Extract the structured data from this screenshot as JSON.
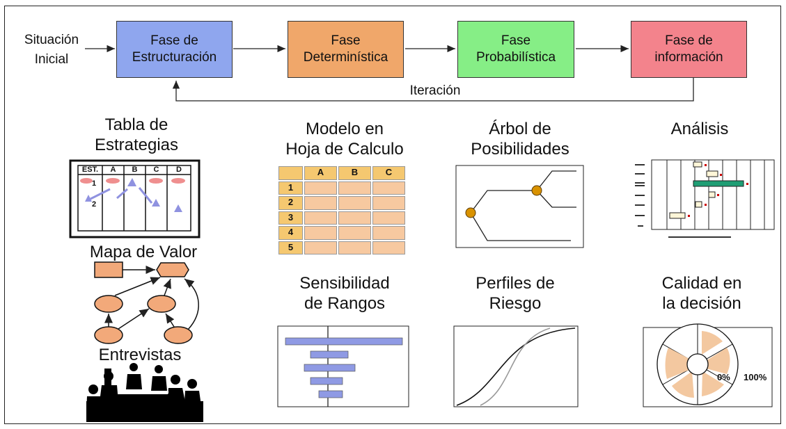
{
  "start": {
    "line1": "Situación",
    "line2": "Inicial"
  },
  "phases": [
    {
      "line1": "Fase de",
      "line2": "Estructuración",
      "color": "#8fa6ee"
    },
    {
      "line1": "Fase",
      "line2": "Determinística",
      "color": "#f0a76a"
    },
    {
      "line1": "Fase",
      "line2": "Probabilística",
      "color": "#86ee86"
    },
    {
      "line1": "Fase de",
      "line2": "información",
      "color": "#f3838c"
    }
  ],
  "iteration": "Iteración",
  "tools": {
    "tabla": {
      "line1": "Tabla de",
      "line2": "Estrategias",
      "columns": [
        "EST.",
        "A",
        "B",
        "C",
        "D"
      ],
      "rows": [
        "1",
        "2"
      ]
    },
    "mapa": "Mapa de Valor",
    "entrevistas": "Entrevistas",
    "modelo": {
      "line1": "Modelo en",
      "line2": "Hoja de Calculo",
      "columns": [
        "A",
        "B",
        "C"
      ],
      "rows": [
        "1",
        "2",
        "3",
        "4",
        "5"
      ]
    },
    "arbol": {
      "line1": "Árbol de",
      "line2": "Posibilidades"
    },
    "analisis": "Análisis",
    "sensibilidad": {
      "line1": "Sensibilidad",
      "line2": "de Rangos"
    },
    "perfiles": {
      "line1": "Perfiles de",
      "line2": "Riesgo"
    },
    "calidad": {
      "line1": "Calidad en",
      "line2": "la decisión",
      "label_0": "0%",
      "label_100": "100%"
    }
  }
}
